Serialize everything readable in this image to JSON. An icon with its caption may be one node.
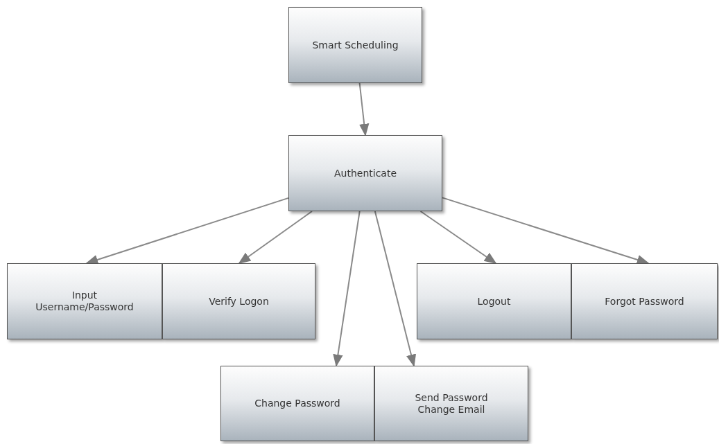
{
  "diagram": {
    "nodes": [
      {
        "text": [
          "Smart Scheduling"
        ]
      },
      {
        "text": [
          "Authenticate"
        ]
      },
      {
        "text": [
          "Input Username/Password"
        ]
      },
      {
        "text": [
          "Verify Logon"
        ]
      },
      {
        "text": [
          "Logout"
        ]
      },
      {
        "text": [
          "Forgot Password"
        ]
      },
      {
        "text": [
          "Change Password"
        ]
      },
      {
        "text": [
          "Send Password Change Email"
        ]
      }
    ],
    "edges": [
      {
        "from": 0,
        "to": 1,
        "arrow": "to"
      },
      {
        "from": 1,
        "to": 2,
        "arrow": "to"
      },
      {
        "from": 1,
        "to": 3,
        "arrow": "to"
      },
      {
        "from": 1,
        "to": 6,
        "arrow": "to"
      },
      {
        "from": 1,
        "to": 7,
        "arrow": "to"
      },
      {
        "from": 1,
        "to": 4,
        "arrow": "to"
      },
      {
        "from": 1,
        "to": 5,
        "arrow": "to"
      }
    ]
  }
}
